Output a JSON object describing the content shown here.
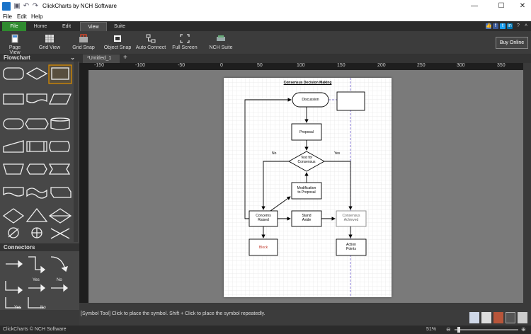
{
  "app": {
    "title": "ClickCharts by NCH Software"
  },
  "menu": [
    "File",
    "Edit",
    "Help"
  ],
  "tabs": [
    "File",
    "Home",
    "Edit",
    "View",
    "Suite"
  ],
  "toolbar": {
    "buttons": [
      "Page View",
      "Grid View",
      "Grid Snap",
      "Object Snap",
      "Auto Connect",
      "Full Screen",
      "NCH Suite"
    ],
    "buy_online": "Buy Online"
  },
  "panels": {
    "flowchart": "Flowchart",
    "connectors": "Connectors"
  },
  "connector_labels": {
    "yes": "Yes",
    "no": "No"
  },
  "document": {
    "tab": "*Untitled_1",
    "add": "+"
  },
  "ruler": {
    "ticks": [
      "-150",
      "-100",
      "-50",
      "0",
      "50",
      "100",
      "150",
      "200",
      "250",
      "300",
      "350"
    ]
  },
  "diagram": {
    "title": "Consensus Decision Making",
    "discussion": "Discussion",
    "proposal": "Proposal",
    "test1": "Test for",
    "test2": "Consensus",
    "no": "No",
    "yes": "Yes",
    "mod1": "Modification",
    "mod2": "to Proposal",
    "concerns1": "Concerns",
    "concerns2": "Raised",
    "standaside1": "Stand",
    "standaside2": "Aside",
    "achieved1": "Consensus",
    "achieved2": "Achieved",
    "block": "Block",
    "action1": "Action",
    "action2": "Points"
  },
  "status": {
    "hint": "[Symbol Tool] Click to place the symbol.  Shift + Click to place the symbol repeatedly.",
    "footer": "ClickCharts © NCH Software",
    "zoom": "51%"
  },
  "colors": {
    "file_tab": "#2f8a2f",
    "selection": "#d68a00",
    "guide": "#6a5acd",
    "block_text": "#c0392b"
  }
}
